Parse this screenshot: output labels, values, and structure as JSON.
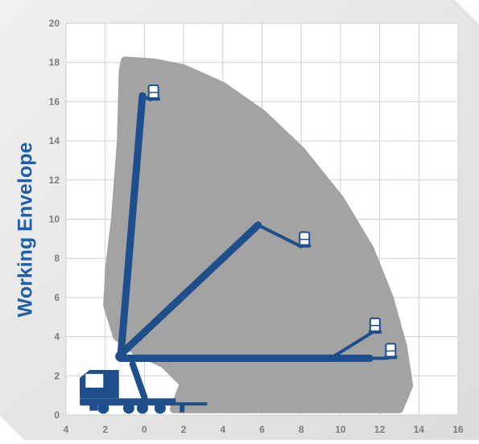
{
  "colors": {
    "background": "#e6e6e6",
    "plot": "#ffffff",
    "grid": "#cfcfcf",
    "envelope": "#a3a3a3",
    "machine": "#1e4f8c",
    "title": "#1f5fa5",
    "tick": "#7b7b7b"
  },
  "diagram": {
    "title": "Working Envelope"
  },
  "chart_data": {
    "type": "area",
    "title": "Working Envelope",
    "xlabel": "",
    "ylabel": "",
    "xlim": [
      -4,
      16
    ],
    "ylim": [
      0,
      20
    ],
    "grid": true,
    "x_ticks": [
      -4,
      -2,
      0,
      2,
      4,
      6,
      8,
      10,
      12,
      14,
      16
    ],
    "x_tick_labels": [
      "4",
      "2",
      "0",
      "2",
      "4",
      "6",
      "8",
      "10",
      "12",
      "14",
      "16"
    ],
    "y_ticks": [
      0,
      2,
      4,
      6,
      8,
      10,
      12,
      14,
      16,
      18,
      20
    ],
    "y_tick_labels": [
      "0",
      "2",
      "4",
      "6",
      "8",
      "10",
      "12",
      "14",
      "16",
      "18",
      "20"
    ],
    "envelope_outline": [
      [
        -1.0,
        18.1
      ],
      [
        0.5,
        18.0
      ],
      [
        2.0,
        17.7
      ],
      [
        4.0,
        16.8
      ],
      [
        6.0,
        15.4
      ],
      [
        8.0,
        13.5
      ],
      [
        10.0,
        11.0
      ],
      [
        11.5,
        8.5
      ],
      [
        12.5,
        6.0
      ],
      [
        13.2,
        3.5
      ],
      [
        13.5,
        1.5
      ],
      [
        13.0,
        0.3
      ],
      [
        1.5,
        0.3
      ],
      [
        2.0,
        1.6
      ],
      [
        1.0,
        2.6
      ],
      [
        -0.5,
        3.3
      ],
      [
        -1.4,
        4.0
      ],
      [
        -1.9,
        5.6
      ],
      [
        -1.8,
        7.5
      ],
      [
        -1.5,
        10.0
      ],
      [
        -1.2,
        14.0
      ],
      [
        -1.1,
        17.6
      ]
    ],
    "boom_positions": [
      {
        "pivot": [
          -1.2,
          3.1
        ],
        "tip": [
          -0.1,
          16.3
        ],
        "basket": [
          0.3,
          16.1
        ]
      },
      {
        "pivot": [
          -1.2,
          3.1
        ],
        "tip": [
          5.8,
          9.7
        ],
        "basket": [
          8.0,
          8.6
        ]
      },
      {
        "pivot": [
          -1.2,
          2.9
        ],
        "tip": [
          11.5,
          2.9
        ],
        "basket": [
          12.4,
          2.9
        ]
      },
      {
        "pivot": [
          -1.2,
          2.9
        ],
        "tip": [
          9.5,
          2.9
        ],
        "basket": [
          11.6,
          4.2
        ]
      }
    ]
  }
}
